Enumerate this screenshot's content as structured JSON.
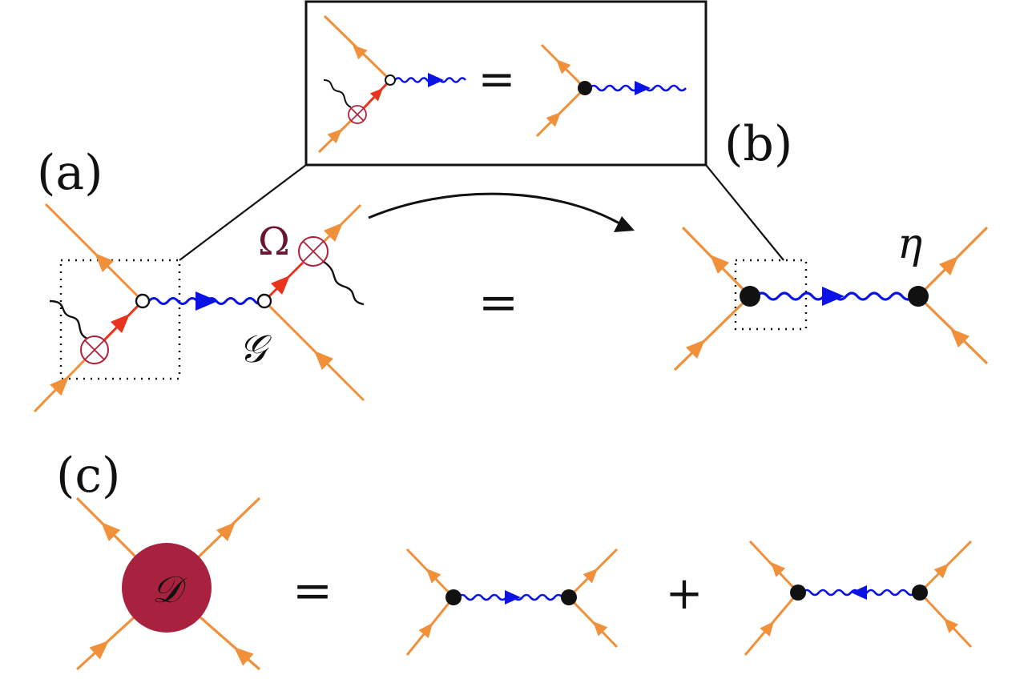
{
  "panels": {
    "a": "(a)",
    "b": "(b)",
    "c": "(c)"
  },
  "symbols": {
    "omega": "Ω",
    "g": "𝒢",
    "eta": "η",
    "d": "𝒟",
    "equals": "=",
    "plus": "+"
  },
  "colors": {
    "fermion": "#F0903A",
    "fermion_inner": "#E8331F",
    "boson": "#0A12E6",
    "source": "#B0203A",
    "blob": "#A8223F",
    "omega_text": "#6B1530"
  }
}
